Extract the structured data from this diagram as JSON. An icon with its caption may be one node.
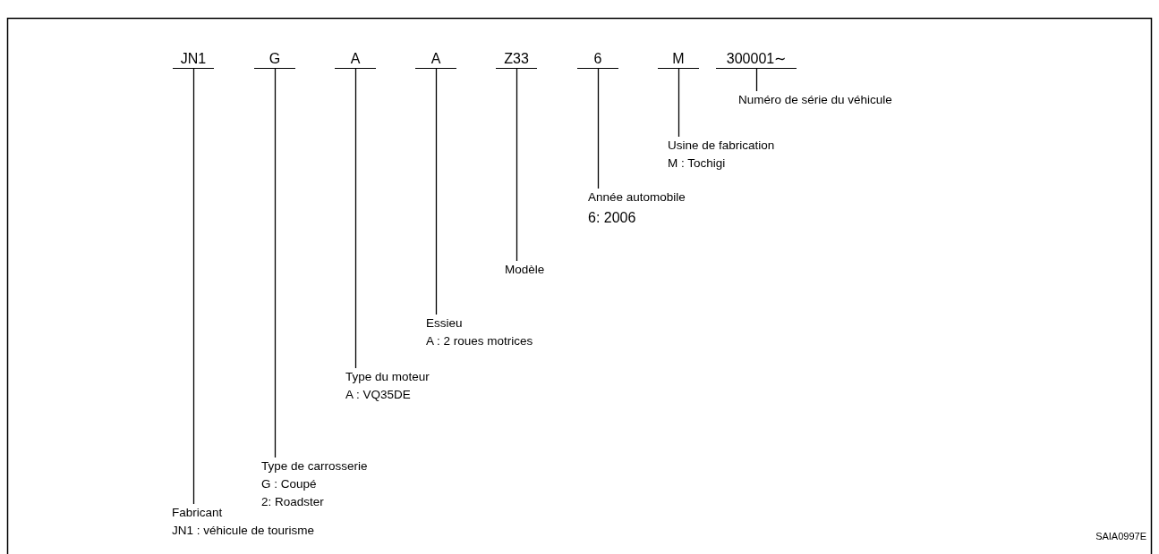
{
  "diagram": {
    "nodes": [
      {
        "text": [
          "JN1"
        ]
      },
      {
        "text": [
          "G"
        ]
      },
      {
        "text": [
          "A"
        ]
      },
      {
        "text": [
          "A"
        ]
      },
      {
        "text": [
          "Z33"
        ]
      },
      {
        "text": [
          "6"
        ]
      },
      {
        "text": [
          "M"
        ]
      },
      {
        "text": [
          "300001∼"
        ]
      },
      {
        "text": [
          "Fabricant",
          "JN1 : véhicule de tourisme"
        ]
      },
      {
        "text": [
          "Type de carrosserie",
          "G : Coupé",
          "2: Roadster"
        ]
      },
      {
        "text": [
          "Type du moteur",
          "A : VQ35DE"
        ]
      },
      {
        "text": [
          "Essieu",
          "A : 2 roues motrices"
        ]
      },
      {
        "text": [
          "Modèle"
        ]
      },
      {
        "text": [
          "Année automobile",
          "6: 2006"
        ]
      },
      {
        "text": [
          "Usine de fabrication",
          "M : Tochigi"
        ]
      },
      {
        "text": [
          "Numéro de série du véhicule"
        ]
      }
    ],
    "edges": [
      {
        "from": 0,
        "to": 8,
        "arrow": "none"
      },
      {
        "from": 1,
        "to": 9,
        "arrow": "none"
      },
      {
        "from": 2,
        "to": 10,
        "arrow": "none"
      },
      {
        "from": 3,
        "to": 11,
        "arrow": "none"
      },
      {
        "from": 4,
        "to": 12,
        "arrow": "none"
      },
      {
        "from": 5,
        "to": 13,
        "arrow": "none"
      },
      {
        "from": 6,
        "to": 14,
        "arrow": "none"
      },
      {
        "from": 7,
        "to": 15,
        "arrow": "none"
      }
    ],
    "labels": [
      "SAIA0997E"
    ]
  }
}
